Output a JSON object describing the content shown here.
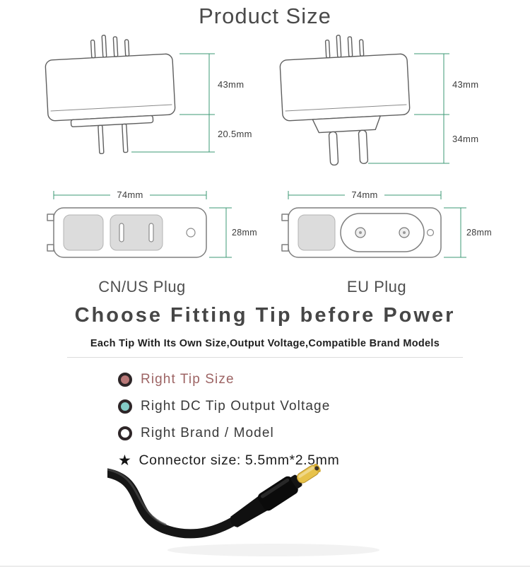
{
  "title": "Product Size",
  "side_views": {
    "cnus": {
      "height_label": "43mm",
      "prong_label": "20.5mm"
    },
    "eu": {
      "height_label": "43mm",
      "prong_label": "34mm"
    }
  },
  "bottom_views": {
    "cnus": {
      "width_label": "74mm",
      "height_label": "28mm",
      "caption": "CN/US Plug"
    },
    "eu": {
      "width_label": "74mm",
      "height_label": "28mm",
      "caption": "EU Plug"
    }
  },
  "tip_section": {
    "heading": "Choose Fitting Tip before Power",
    "subheading": "Each Tip With Its Own Size,Output Voltage,Compatible Brand Models",
    "star_glyph": "★",
    "bullets": [
      {
        "icon": "ring-icon",
        "label": "Right Tip Size"
      },
      {
        "icon": "ring-icon",
        "label": "Right DC Tip Output Voltage"
      },
      {
        "icon": "ring-icon",
        "label": "Right Brand / Model"
      },
      {
        "icon": "star-icon",
        "label": "Connector size: 5.5mm*2.5mm"
      }
    ]
  },
  "colors": {
    "dimension_line": "#3C9A76",
    "tip_size_text": "#9D6464",
    "ring_fill_tip_size": "#B97878",
    "ring_fill_voltage": "#84CBC7",
    "ring_fill_brand": "#FFFFFF",
    "connector_tip_yellow": "#E7C24B"
  }
}
